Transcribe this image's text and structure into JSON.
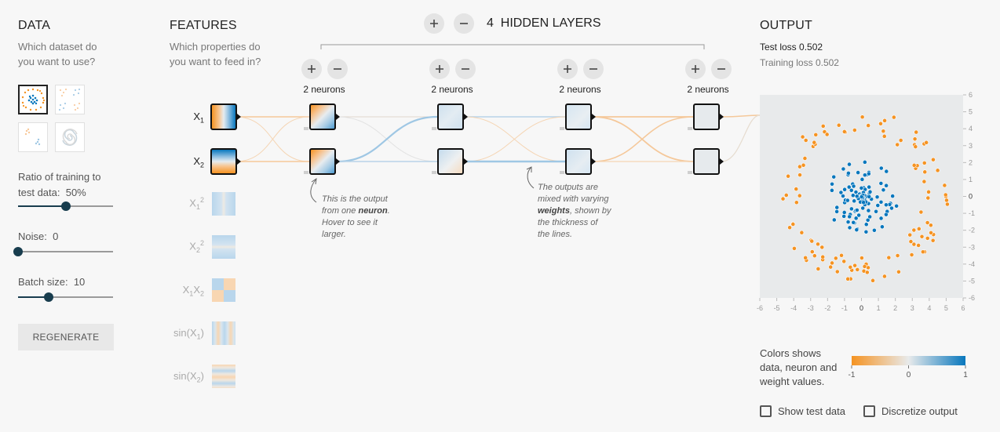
{
  "data_panel": {
    "title": "DATA",
    "subtitle_line1": "Which dataset do",
    "subtitle_line2": "you want to use?",
    "ratio_label_line1": "Ratio of training to",
    "ratio_label_line2": "test data:",
    "ratio_value": "50%",
    "ratio_fraction": 0.5,
    "noise_label": "Noise:",
    "noise_value": "0",
    "noise_fraction": 0.0,
    "batch_label": "Batch size:",
    "batch_value": "10",
    "batch_fraction": 0.32,
    "regenerate_label": "REGENERATE"
  },
  "features_panel": {
    "title": "FEATURES",
    "subtitle_line1": "Which properties do",
    "subtitle_line2": "you want to feed in?",
    "features": [
      {
        "base": "X",
        "sub": "1",
        "sup": "",
        "active": true
      },
      {
        "base": "X",
        "sub": "2",
        "sup": "",
        "active": true
      },
      {
        "base": "X",
        "sub": "1",
        "sup": "2",
        "active": false
      },
      {
        "base": "X",
        "sub": "2",
        "sup": "2",
        "active": false
      },
      {
        "base": "X",
        "sub": "1",
        "base2": "X",
        "sub2": "2",
        "active": false
      },
      {
        "base": "sin(X",
        "sub": "1",
        "tail": ")",
        "active": false
      },
      {
        "base": "sin(X",
        "sub": "2",
        "tail": ")",
        "active": false
      }
    ]
  },
  "hidden": {
    "count": "4",
    "label": "HIDDEN LAYERS",
    "layers": [
      {
        "neurons_label": "2 neurons"
      },
      {
        "neurons_label": "2 neurons"
      },
      {
        "neurons_label": "2 neurons"
      },
      {
        "neurons_label": "2 neurons"
      }
    ]
  },
  "annotations": {
    "neuron_note": [
      "This is the output",
      "from one ",
      "neuron",
      ".",
      "Hover to see it",
      "larger."
    ],
    "weights_note": [
      "The outputs are",
      "mixed with varying",
      "weights",
      ", shown by",
      "the thickness of",
      "the lines."
    ]
  },
  "output_panel": {
    "title": "OUTPUT",
    "test_loss_label": "Test loss",
    "test_loss_value": "0.502",
    "training_loss_label": "Training loss",
    "training_loss_value": "0.502",
    "x_ticks": [
      "-6",
      "-5",
      "-4",
      "-3",
      "-2",
      "-1",
      "0",
      "1",
      "2",
      "3",
      "4",
      "5",
      "6"
    ],
    "y_ticks": [
      "6",
      "5",
      "4",
      "3",
      "2",
      "1",
      "0",
      "-1",
      "-2",
      "-3",
      "-4",
      "-5",
      "-6"
    ],
    "legend_line1": "Colors shows",
    "legend_line2": "data, neuron and",
    "legend_line3": "weight values.",
    "legend_min": "-1",
    "legend_mid": "0",
    "legend_max": "1",
    "show_test_label": "Show test data",
    "discretize_label": "Discretize output"
  },
  "colors": {
    "orange": "#f59322",
    "blue": "#0877bd",
    "neutral": "#e8eaeb",
    "dark": "#183d4e"
  }
}
